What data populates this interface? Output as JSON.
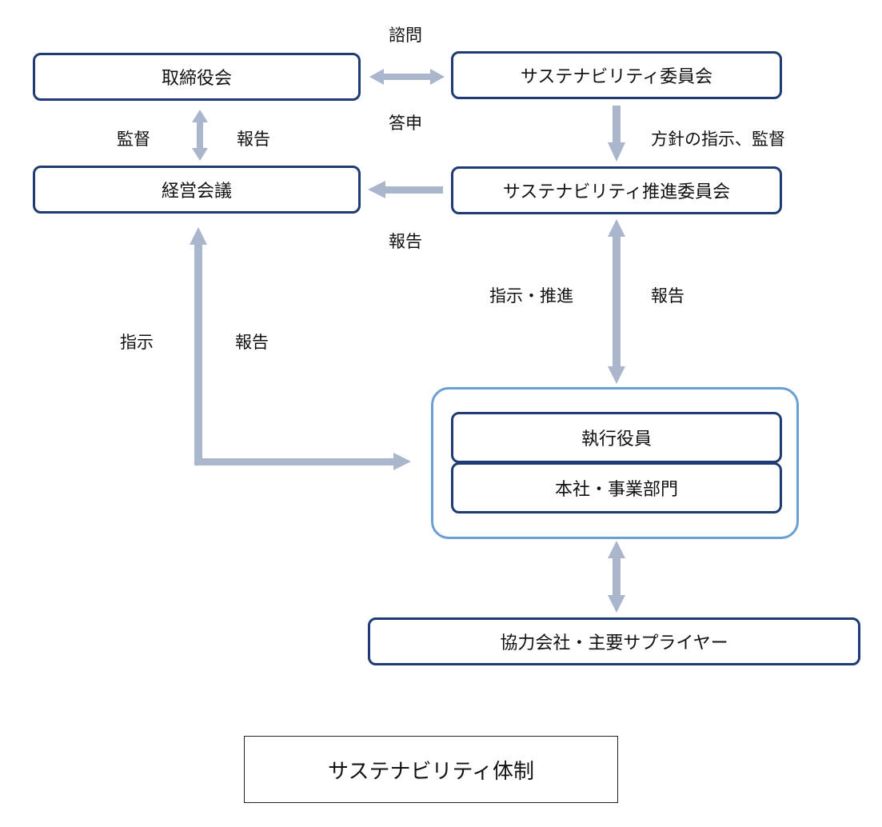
{
  "nodes": {
    "board": "取締役会",
    "sustainability_committee": "サステナビリティ委員会",
    "management_meeting": "経営会議",
    "promotion_committee": "サステナビリティ推進委員会",
    "executive_officers": "執行役員",
    "hq_business_divisions": "本社・事業部門",
    "partners_suppliers": "協力会社・主要サプライヤー"
  },
  "labels": {
    "consultation": "諮問",
    "report_back": "答申",
    "supervision": "監督",
    "report_board": "報告",
    "policy_instruction": "方針の指示、監督",
    "report_management": "報告",
    "instruction_promotion": "指示・推進",
    "report_promotion": "報告",
    "instruction": "指示",
    "report_execution": "報告"
  },
  "caption": "サステナビリティ体制",
  "colors": {
    "box_border": "#1f3b73",
    "frame_border": "#6a9fd4",
    "arrow": "#a9b6cb",
    "caption_border": "#222222"
  }
}
